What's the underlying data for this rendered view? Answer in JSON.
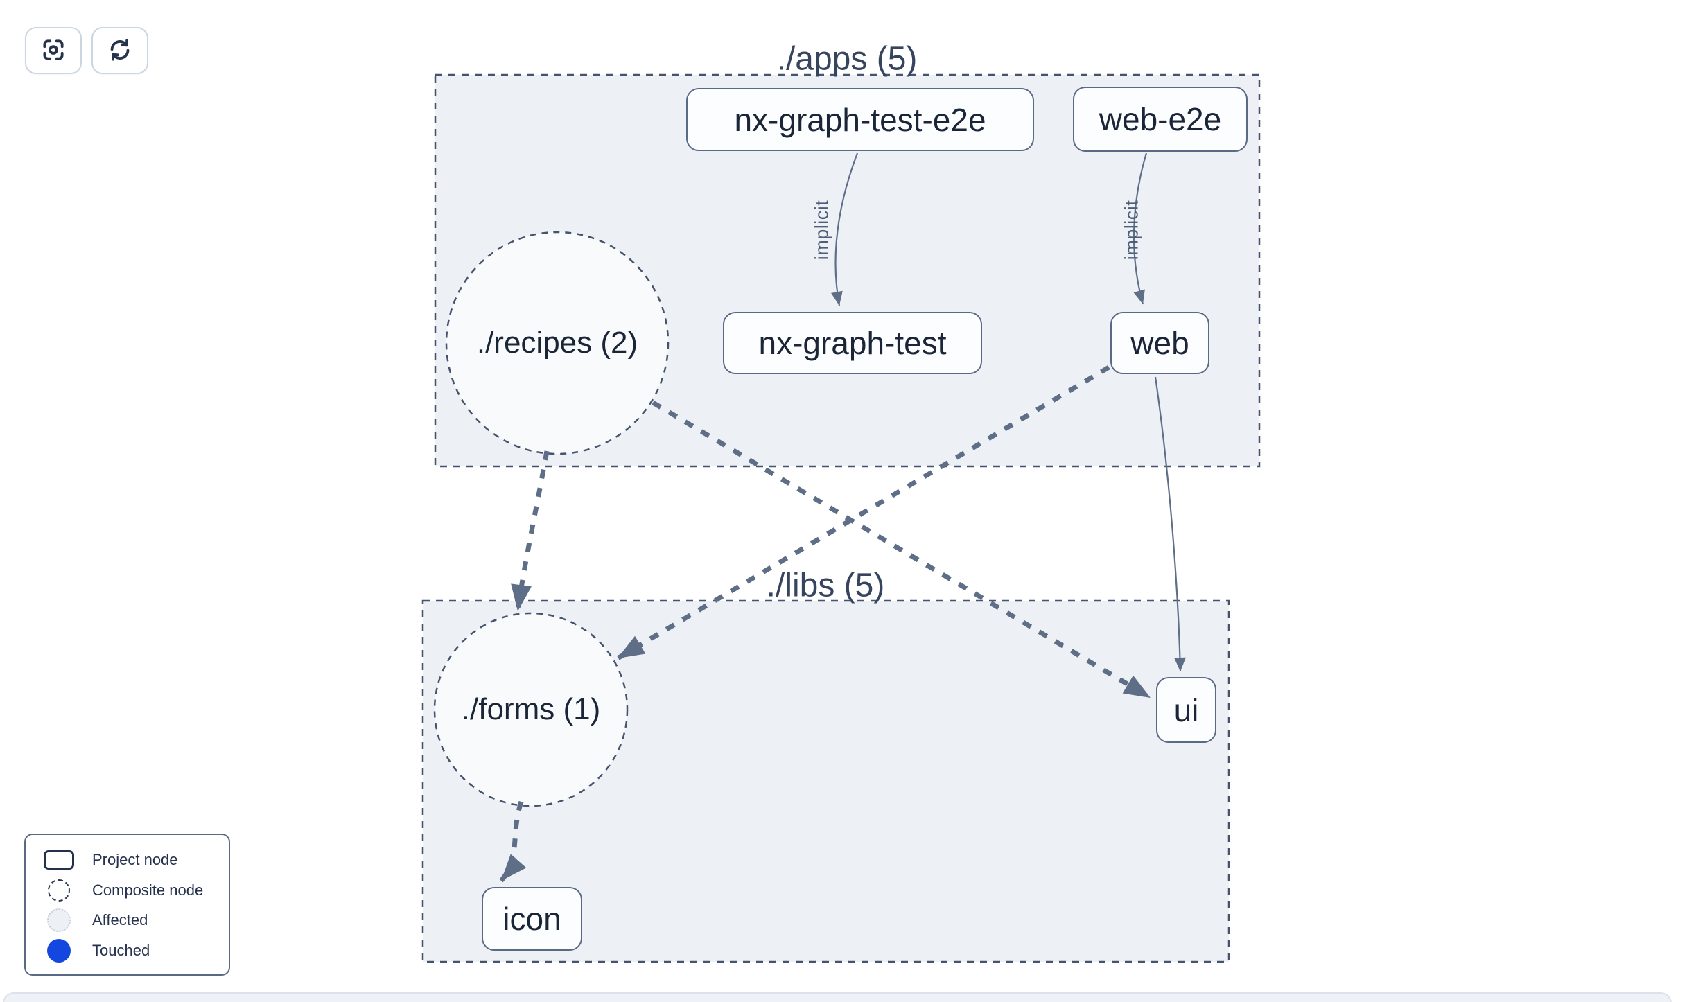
{
  "toolbar": {
    "buttons": [
      {
        "icon": "focus-target-icon"
      },
      {
        "icon": "refresh-icon"
      }
    ]
  },
  "graph": {
    "groups": [
      {
        "label": "./apps (5)"
      },
      {
        "label": "./libs (5)"
      }
    ],
    "composites": [
      {
        "label": "./recipes (2)"
      },
      {
        "label": "./forms (1)"
      }
    ],
    "nodes": [
      {
        "label": "nx-graph-test-e2e"
      },
      {
        "label": "web-e2e"
      },
      {
        "label": "nx-graph-test"
      },
      {
        "label": "web"
      },
      {
        "label": "ui"
      },
      {
        "label": "icon"
      }
    ],
    "edge_label_implicit": "implicit"
  },
  "legend": {
    "items": [
      {
        "label": "Project node",
        "swatch": "project-node-swatch"
      },
      {
        "label": "Composite node",
        "swatch": "composite-node-swatch"
      },
      {
        "label": "Affected",
        "swatch": "affected-swatch"
      },
      {
        "label": "Touched",
        "swatch": "touched-swatch"
      }
    ]
  },
  "colors": {
    "touched_blue": "#1347e0",
    "affected_fill": "#edf0f5",
    "edge_slate": "#5e6e87",
    "group_fill": "#edf1f6",
    "node_border": "#5a6a84"
  }
}
